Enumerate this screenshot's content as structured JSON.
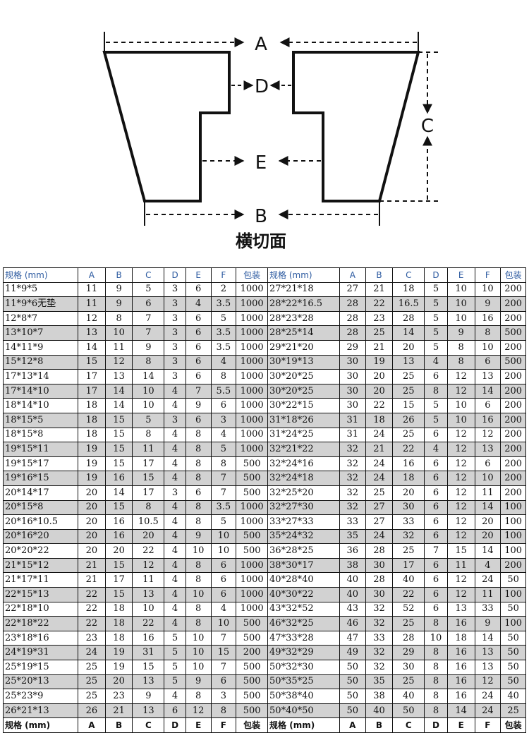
{
  "diagram": {
    "labels": {
      "A": "A",
      "B": "B",
      "C": "C",
      "D": "D",
      "E": "E"
    },
    "caption": "横切面"
  },
  "table": {
    "header": [
      "规格 (mm)",
      "A",
      "B",
      "C",
      "D",
      "E",
      "F",
      "包装",
      "规格 (mm)",
      "A",
      "B",
      "C",
      "D",
      "E",
      "F",
      "包装"
    ],
    "footer": [
      "规格 (mm)",
      "A",
      "B",
      "C",
      "D",
      "E",
      "F",
      "包装",
      "规格 (mm)",
      "A",
      "B",
      "C",
      "D",
      "E",
      "F",
      "包装"
    ],
    "rows": [
      [
        "11*9*5",
        "11",
        "9",
        "5",
        "3",
        "6",
        "2",
        "1000",
        "27*21*18",
        "27",
        "21",
        "18",
        "5",
        "10",
        "10",
        "200"
      ],
      [
        "11*9*6无垫",
        "11",
        "9",
        "6",
        "3",
        "4",
        "3.5",
        "1000",
        "28*22*16.5",
        "28",
        "22",
        "16.5",
        "5",
        "10",
        "9",
        "200"
      ],
      [
        "12*8*7",
        "12",
        "8",
        "7",
        "3",
        "6",
        "5",
        "1000",
        "28*23*28",
        "28",
        "23",
        "28",
        "5",
        "10",
        "16",
        "200"
      ],
      [
        "13*10*7",
        "13",
        "10",
        "7",
        "3",
        "6",
        "3.5",
        "1000",
        "28*25*14",
        "28",
        "25",
        "14",
        "5",
        "9",
        "8",
        "500"
      ],
      [
        "14*11*9",
        "14",
        "11",
        "9",
        "3",
        "6",
        "3.5",
        "1000",
        "29*21*20",
        "29",
        "21",
        "20",
        "5",
        "8",
        "10",
        "200"
      ],
      [
        "15*12*8",
        "15",
        "12",
        "8",
        "3",
        "6",
        "4",
        "1000",
        "30*19*13",
        "30",
        "19",
        "13",
        "4",
        "8",
        "6",
        "500"
      ],
      [
        "17*13*14",
        "17",
        "13",
        "14",
        "3",
        "6",
        "8",
        "1000",
        "30*20*25",
        "30",
        "20",
        "25",
        "6",
        "12",
        "13",
        "200"
      ],
      [
        "17*14*10",
        "17",
        "14",
        "10",
        "4",
        "7",
        "5.5",
        "1000",
        "30*20*25",
        "30",
        "20",
        "25",
        "8",
        "12",
        "14",
        "200"
      ],
      [
        "18*14*10",
        "18",
        "14",
        "10",
        "4",
        "9",
        "6",
        "1000",
        "30*22*15",
        "30",
        "22",
        "15",
        "5",
        "10",
        "6",
        "200"
      ],
      [
        "18*15*5",
        "18",
        "15",
        "5",
        "3",
        "6",
        "3",
        "1000",
        "31*18*26",
        "31",
        "18",
        "26",
        "5",
        "10",
        "16",
        "200"
      ],
      [
        "18*15*8",
        "18",
        "15",
        "8",
        "4",
        "8",
        "4",
        "1000",
        "31*24*25",
        "31",
        "24",
        "25",
        "6",
        "12",
        "12",
        "200"
      ],
      [
        "19*15*11",
        "19",
        "15",
        "11",
        "4",
        "8",
        "5",
        "1000",
        "32*21*22",
        "32",
        "21",
        "22",
        "4",
        "12",
        "13",
        "200"
      ],
      [
        "19*15*17",
        "19",
        "15",
        "17",
        "4",
        "8",
        "8",
        "500",
        "32*24*16",
        "32",
        "24",
        "16",
        "6",
        "12",
        "6",
        "200"
      ],
      [
        "19*16*15",
        "19",
        "16",
        "15",
        "4",
        "8",
        "7",
        "500",
        "32*24*18",
        "32",
        "24",
        "18",
        "6",
        "12",
        "10",
        "200"
      ],
      [
        "20*14*17",
        "20",
        "14",
        "17",
        "3",
        "6",
        "7",
        "500",
        "32*25*20",
        "32",
        "25",
        "20",
        "6",
        "12",
        "11",
        "200"
      ],
      [
        "20*15*8",
        "20",
        "15",
        "8",
        "4",
        "8",
        "3.5",
        "1000",
        "32*27*30",
        "32",
        "27",
        "30",
        "6",
        "12",
        "14",
        "100"
      ],
      [
        "20*16*10.5",
        "20",
        "16",
        "10.5",
        "4",
        "8",
        "5",
        "1000",
        "33*27*33",
        "33",
        "27",
        "33",
        "6",
        "12",
        "20",
        "100"
      ],
      [
        "20*16*20",
        "20",
        "16",
        "20",
        "4",
        "9",
        "10",
        "500",
        "35*24*32",
        "35",
        "24",
        "32",
        "6",
        "12",
        "20",
        "100"
      ],
      [
        "20*20*22",
        "20",
        "20",
        "22",
        "4",
        "10",
        "10",
        "500",
        "36*28*25",
        "36",
        "28",
        "25",
        "7",
        "15",
        "14",
        "100"
      ],
      [
        "21*15*12",
        "21",
        "15",
        "12",
        "4",
        "8",
        "6",
        "1000",
        "38*30*17",
        "38",
        "30",
        "17",
        "6",
        "11",
        "4",
        "200"
      ],
      [
        "21*17*11",
        "21",
        "17",
        "11",
        "4",
        "8",
        "6",
        "1000",
        "40*28*40",
        "40",
        "28",
        "40",
        "6",
        "12",
        "24",
        "50"
      ],
      [
        "22*15*13",
        "22",
        "15",
        "13",
        "4",
        "10",
        "6",
        "1000",
        "40*30*22",
        "40",
        "30",
        "22",
        "6",
        "12",
        "11",
        "100"
      ],
      [
        "22*18*10",
        "22",
        "18",
        "10",
        "4",
        "8",
        "4",
        "1000",
        "43*32*52",
        "43",
        "32",
        "52",
        "6",
        "13",
        "33",
        "50"
      ],
      [
        "22*18*22",
        "22",
        "18",
        "22",
        "4",
        "8",
        "10",
        "500",
        "46*32*25",
        "46",
        "32",
        "25",
        "8",
        "16",
        "9",
        "100"
      ],
      [
        "23*18*16",
        "23",
        "18",
        "16",
        "5",
        "10",
        "7",
        "500",
        "47*33*28",
        "47",
        "33",
        "28",
        "10",
        "18",
        "14",
        "50"
      ],
      [
        "24*19*31",
        "24",
        "19",
        "31",
        "5",
        "10",
        "15",
        "200",
        "49*32*29",
        "49",
        "32",
        "29",
        "8",
        "16",
        "13",
        "50"
      ],
      [
        "25*19*15",
        "25",
        "19",
        "15",
        "5",
        "10",
        "7",
        "500",
        "50*32*30",
        "50",
        "32",
        "30",
        "8",
        "16",
        "13",
        "50"
      ],
      [
        "25*20*13",
        "25",
        "20",
        "13",
        "5",
        "9",
        "6",
        "500",
        "50*35*25",
        "50",
        "35",
        "25",
        "8",
        "16",
        "12",
        "50"
      ],
      [
        "25*23*9",
        "25",
        "23",
        "9",
        "4",
        "8",
        "3",
        "500",
        "50*38*40",
        "50",
        "38",
        "40",
        "8",
        "16",
        "24",
        "40"
      ],
      [
        "26*21*13",
        "26",
        "21",
        "13",
        "6",
        "12",
        "8",
        "500",
        "50*40*50",
        "50",
        "40",
        "50",
        "8",
        "14",
        "24",
        "25"
      ]
    ]
  }
}
